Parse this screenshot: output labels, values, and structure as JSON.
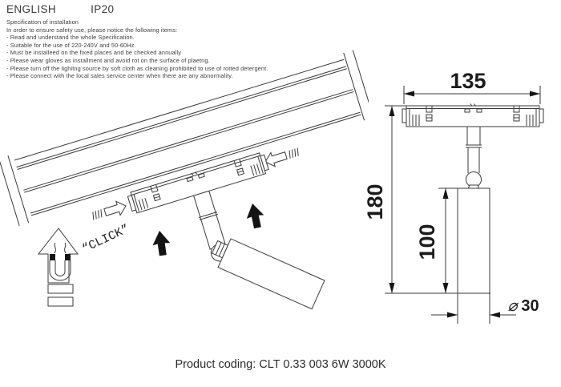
{
  "header": {
    "language": "ENGLISH",
    "ip_rating": "IP20"
  },
  "specification": {
    "title": "Specification of installation",
    "intro": "In order to ensure safety use, please notice the following items:",
    "items": [
      "- Read and understand the whole Specification.",
      "- Suitable for the use of 220-240V and 50-60Hz.",
      "- Must be installeed on the fixed places and be checked annually",
      "- Please wear gloves as installment and avoid rot on the surface of plaetng.",
      "- Please turn off the lighitng source by soft cloth as cleaning prohibited to use of rotted detergent.",
      "- Please connect with the local sales service center when there are any abnormality."
    ]
  },
  "install_diagram": {
    "click_label": "“CLICK”"
  },
  "dimension_drawing": {
    "width_mm": "135",
    "height_mm": "180",
    "body_mm": "100",
    "diameter_symbol": "⌀",
    "diameter_mm": "30"
  },
  "footer": {
    "product_coding": "Product coding: CLT 0.33 003 6W 3000K"
  },
  "colors": {
    "ink": "#2b2b2b",
    "line": "#3a3a3a",
    "background": "#ffffff"
  }
}
